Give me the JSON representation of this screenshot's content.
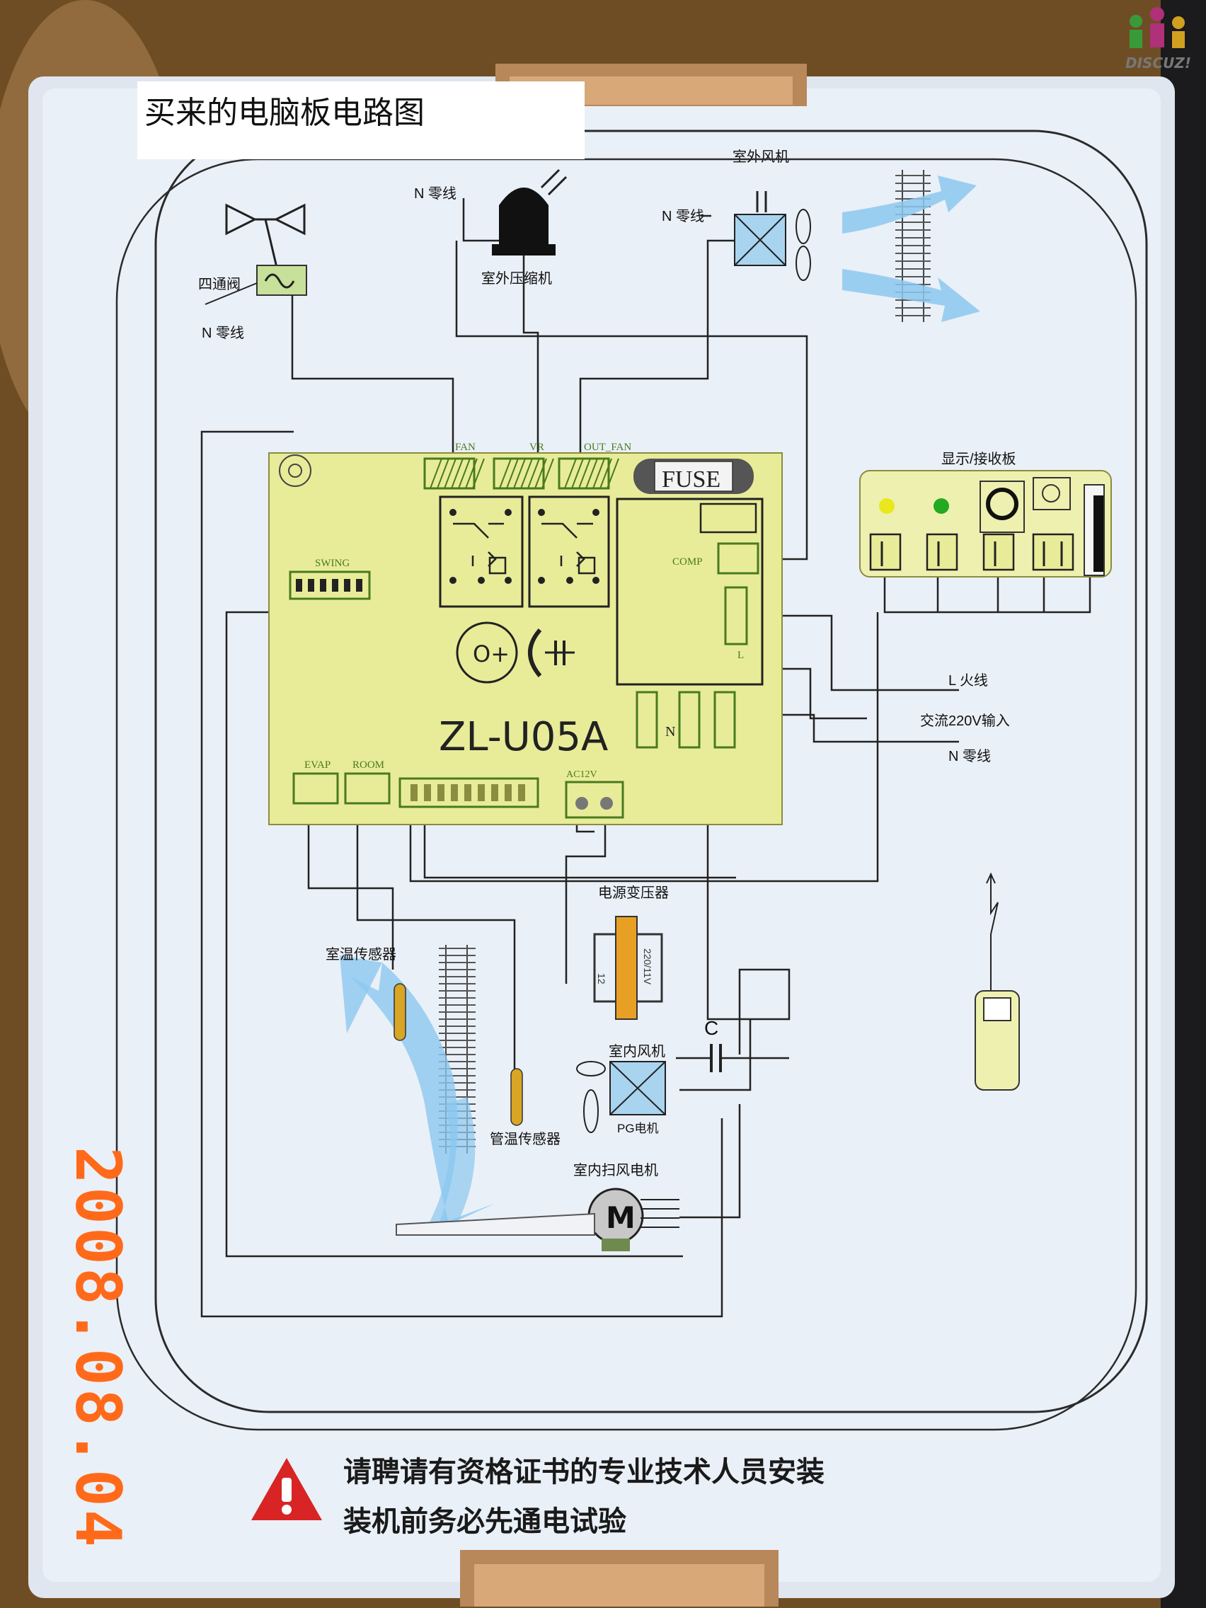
{
  "photo_caption": "买来的电脑板电路图",
  "date_stamp": "2008.08.04",
  "site_logo": "DISCUZ!",
  "board": {
    "model": "ZL-U05A",
    "fuse_label": "FUSE",
    "connectors": {
      "fan": "FAN",
      "vr": "VR",
      "out_fan": "OUT_FAN",
      "swing": "SWING",
      "comp": "COMP",
      "l_terminal": "L",
      "n_terminal": "N",
      "evap": "EVAP",
      "room": "ROOM",
      "ac_input": "AC12V"
    }
  },
  "components": {
    "four_way_valve": "四通阀",
    "neutral_a": "N 零线",
    "neutral_b": "N 零线",
    "neutral_c": "N 零线",
    "compressor": "室外压缩机",
    "outdoor_fan": "室外风机",
    "display_board": "显示/接收板",
    "live_line": "L  火线",
    "ac_input": "交流220V输入",
    "neutral_line": "N  零线",
    "transformer": "电源变压器",
    "room_sensor": "室温传感器",
    "pipe_sensor": "管温传感器",
    "indoor_fan": "室内风机",
    "pg_motor": "PG电机",
    "capacitor": "C",
    "swing_motor": "室内扫风电机",
    "motor_letter": "M"
  },
  "warning": {
    "line1": "请聘请有资格证书的专业技术人员安装",
    "line2": "装机前务必先通电试验"
  }
}
